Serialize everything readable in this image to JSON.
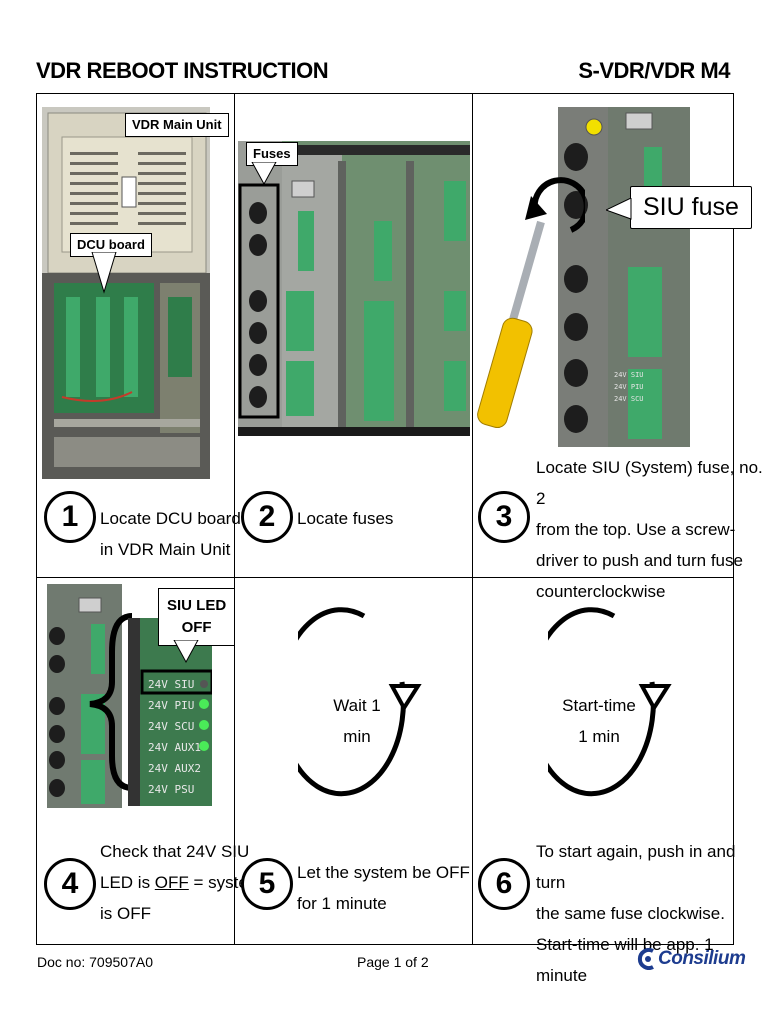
{
  "header": {
    "title": "VDR REBOOT INSTRUCTION",
    "model": "S-VDR/VDR M4"
  },
  "steps": [
    {
      "number": "1",
      "lines": [
        "Locate DCU board",
        "in VDR Main Unit"
      ]
    },
    {
      "number": "2",
      "lines": [
        "Locate fuses"
      ]
    },
    {
      "number": "3",
      "lines": [
        "Locate SIU (System) fuse, no. 2",
        "from the top. Use a screw-",
        "driver to push and turn fuse",
        "counterclockwise"
      ]
    },
    {
      "number": "4",
      "line1": "Check that 24V SIU",
      "line2_pre": "LED is ",
      "line2_u": "OFF",
      "line2_post": " = system",
      "line3": "is OFF"
    },
    {
      "number": "5",
      "lines": [
        "Let the system be OFF",
        "for 1 minute"
      ]
    },
    {
      "number": "6",
      "lines": [
        "To start again, push in and turn",
        "the same fuse clockwise.",
        "Start-time will be app. 1 minute"
      ]
    }
  ],
  "callouts": {
    "vdr_main_unit": "VDR Main Unit",
    "dcu_board": "DCU board",
    "fuses": "Fuses",
    "siu_fuse": "SIU fuse",
    "siu_led_line1": "SIU LED",
    "siu_led_line2": "OFF"
  },
  "timers": {
    "wait_line1": "Wait 1",
    "wait_line2": "min",
    "start_line1": "Start-time",
    "start_line2": "1 min"
  },
  "board_labels": {
    "siu": "24V SIU",
    "piu": "24V PIU",
    "scu": "24V SCU",
    "aux1": "24V AUX1",
    "aux2": "24V AUX2",
    "psu": "24V PSU"
  },
  "footer": {
    "doc_no": "Doc no: 709507A0",
    "page": "Page 1 of 2",
    "company": "Consilium"
  },
  "colors": {
    "pcb_green": "#2f7d4a",
    "terminal_green": "#3fa96a",
    "panel_gray": "#9a9d98",
    "screwdriver_yellow": "#f2c100",
    "led_green": "#4dff5a",
    "brand_blue": "#1d3c8f"
  }
}
